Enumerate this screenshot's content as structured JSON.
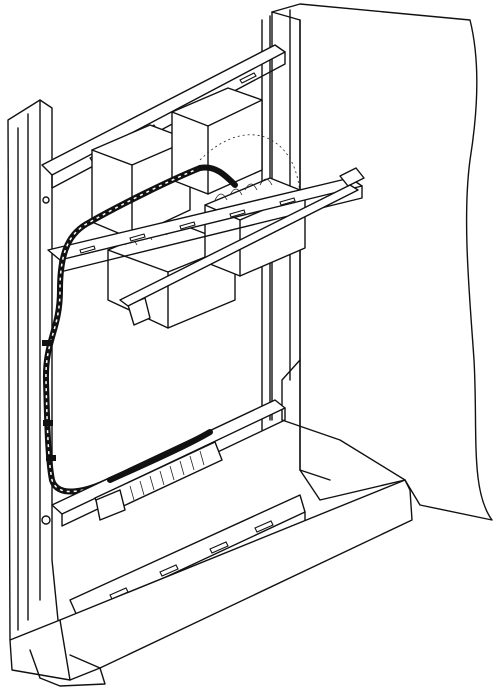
{
  "figure": {
    "kind": "technical line drawing",
    "parts": [
      "cabinet-side-wall",
      "cabinet-front-frame",
      "top-mounting-rail",
      "upper-mounting-rail",
      "bottom-mounting-rail",
      "transformer-left",
      "transformer-right",
      "cable-harness",
      "terminal-block-rail",
      "floor-plinth"
    ]
  },
  "colors": {
    "line": "#111111",
    "background": "#ffffff"
  }
}
